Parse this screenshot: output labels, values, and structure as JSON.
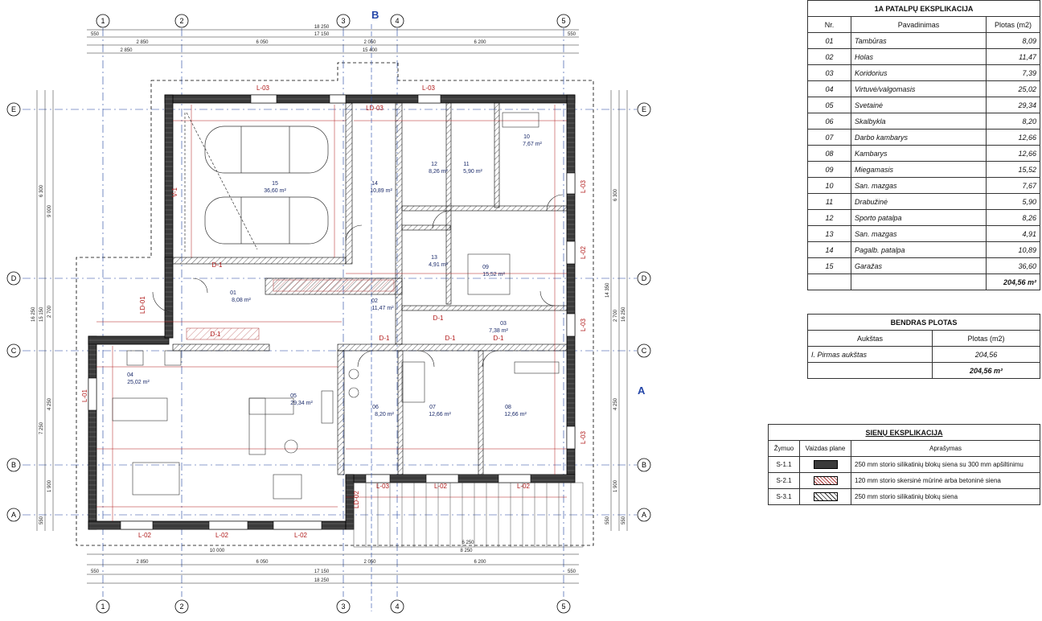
{
  "grid": {
    "columns": [
      "1",
      "2",
      "3",
      "4",
      "5"
    ],
    "rows": [
      "E",
      "D",
      "C",
      "B",
      "A"
    ]
  },
  "section_marks": {
    "top": "B",
    "right": "A"
  },
  "top_dims": {
    "overall": "18 250",
    "row2": [
      "550",
      "17 150",
      "550"
    ],
    "row3": [
      "2 850",
      "6 050",
      "2 050",
      "6 200"
    ],
    "row4": [
      "2 850",
      "15 400"
    ]
  },
  "bottom_dims": {
    "row1": [
      "10 000",
      "8 250"
    ],
    "row2": [
      "2 850",
      "6 050",
      "2 050",
      "6 200"
    ],
    "row3": [
      "550",
      "17 150",
      "550"
    ],
    "overall": "18 250",
    "inner": "6 250"
  },
  "left_dims": [
    "16 250",
    "15 150",
    "2 700",
    "9 000",
    "4 250",
    "7 250",
    "1 900",
    "550",
    "6 300"
  ],
  "right_dims": [
    "14 350",
    "16 250",
    "6 300",
    "2 700",
    "4 250",
    "1 900",
    "550",
    "550"
  ],
  "rooms_on_plan": [
    {
      "nr": "15",
      "area": "36,60 m²"
    },
    {
      "nr": "14",
      "area": "10,89 m²"
    },
    {
      "nr": "12",
      "area": "8,26 m²"
    },
    {
      "nr": "11",
      "area": "5,90 m²"
    },
    {
      "nr": "10",
      "area": "7,67 m²"
    },
    {
      "nr": "13",
      "area": "4,91 m²"
    },
    {
      "nr": "09",
      "area": "15,52 m²"
    },
    {
      "nr": "01",
      "area": "8,08 m²"
    },
    {
      "nr": "02",
      "area": "11,47 m²"
    },
    {
      "nr": "03",
      "area": "7,38 m²"
    },
    {
      "nr": "04",
      "area": "25,02 m²"
    },
    {
      "nr": "05",
      "area": "29,34 m²"
    },
    {
      "nr": "06",
      "area": "8,20 m²"
    },
    {
      "nr": "07",
      "area": "12,66 m²"
    },
    {
      "nr": "08",
      "area": "12,66 m²"
    }
  ],
  "plan_labels": {
    "l03": "L-03",
    "l02": "L-02",
    "ld03": "LD-03",
    "ld01": "LD-01",
    "ld02": "LD-02",
    "d1": "D-1",
    "v1": "V-1",
    "lu1": "L-01"
  },
  "room_table": {
    "title": "1A PATALPŲ EKSPLIKACIJA",
    "headers": [
      "Nr.",
      "Pavadinimas",
      "Plotas (m2)"
    ],
    "rows": [
      [
        "01",
        "Tambūras",
        "8,09"
      ],
      [
        "02",
        "Holas",
        "11,47"
      ],
      [
        "03",
        "Koridorius",
        "7,39"
      ],
      [
        "04",
        "Virtuvė/valgomasis",
        "25,02"
      ],
      [
        "05",
        "Svetainė",
        "29,34"
      ],
      [
        "06",
        "Skalbykla",
        "8,20"
      ],
      [
        "07",
        "Darbo kambarys",
        "12,66"
      ],
      [
        "08",
        "Kambarys",
        "12,66"
      ],
      [
        "09",
        "Miegamasis",
        "15,52"
      ],
      [
        "10",
        "San. mazgas",
        "7,67"
      ],
      [
        "11",
        "Drabužinė",
        "5,90"
      ],
      [
        "12",
        "Sporto patalpa",
        "8,26"
      ],
      [
        "13",
        "San. mazgas",
        "4,91"
      ],
      [
        "14",
        "Pagalb. patalpa",
        "10,89"
      ],
      [
        "15",
        "Garažas",
        "36,60"
      ]
    ],
    "total": "204,56 m²"
  },
  "area_table": {
    "title": "BENDRAS PLOTAS",
    "headers": [
      "Aukštas",
      "Plotas (m2)"
    ],
    "row": [
      "I. Pirmas aukštas",
      "204,56"
    ],
    "total": "204,56 m²"
  },
  "wall_table": {
    "title": "SIENŲ EKSPLIKACIJA",
    "headers": [
      "Žymuo",
      "Vaizdas plane",
      "Aprašymas"
    ],
    "rows": [
      {
        "code": "S-1.1",
        "desc": "250 mm storio silikatinių blokų siena su 300 mm apšiltinimu",
        "pattern": "dark"
      },
      {
        "code": "S-2.1",
        "desc": "120 mm storio skersinė mūrinė arba betoninė siena",
        "pattern": "light"
      },
      {
        "code": "S-3.1",
        "desc": "250 mm storio silikatinių blokų siena",
        "pattern": "hatch"
      }
    ]
  },
  "colors": {
    "dim": "#b01818",
    "grid": "#1a3f9c",
    "wall": "#1a1a1a",
    "accent": "#2446a8"
  }
}
